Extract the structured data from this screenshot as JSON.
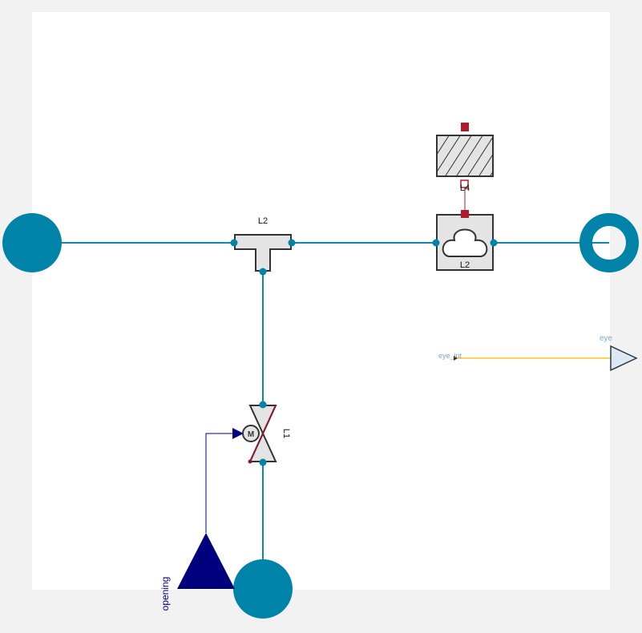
{
  "diagram": {
    "labels": {
      "tee": "L2",
      "pump": "L2",
      "heat": "L4",
      "valve": "L1",
      "eye_int": "eye_int",
      "eye": "eye",
      "opening": "opening"
    },
    "colors": {
      "fluid": "#0083a8",
      "fluid_line": "#1287a8",
      "heat": "#b01c2e",
      "signal": "#00007f",
      "eye_line": "#ffc020",
      "eye_port": "#7aa9c8",
      "component_fill": "#e4e4e4",
      "component_stroke": "#333333",
      "canvas": "#ffffff",
      "background": "#f2f2f2"
    }
  }
}
